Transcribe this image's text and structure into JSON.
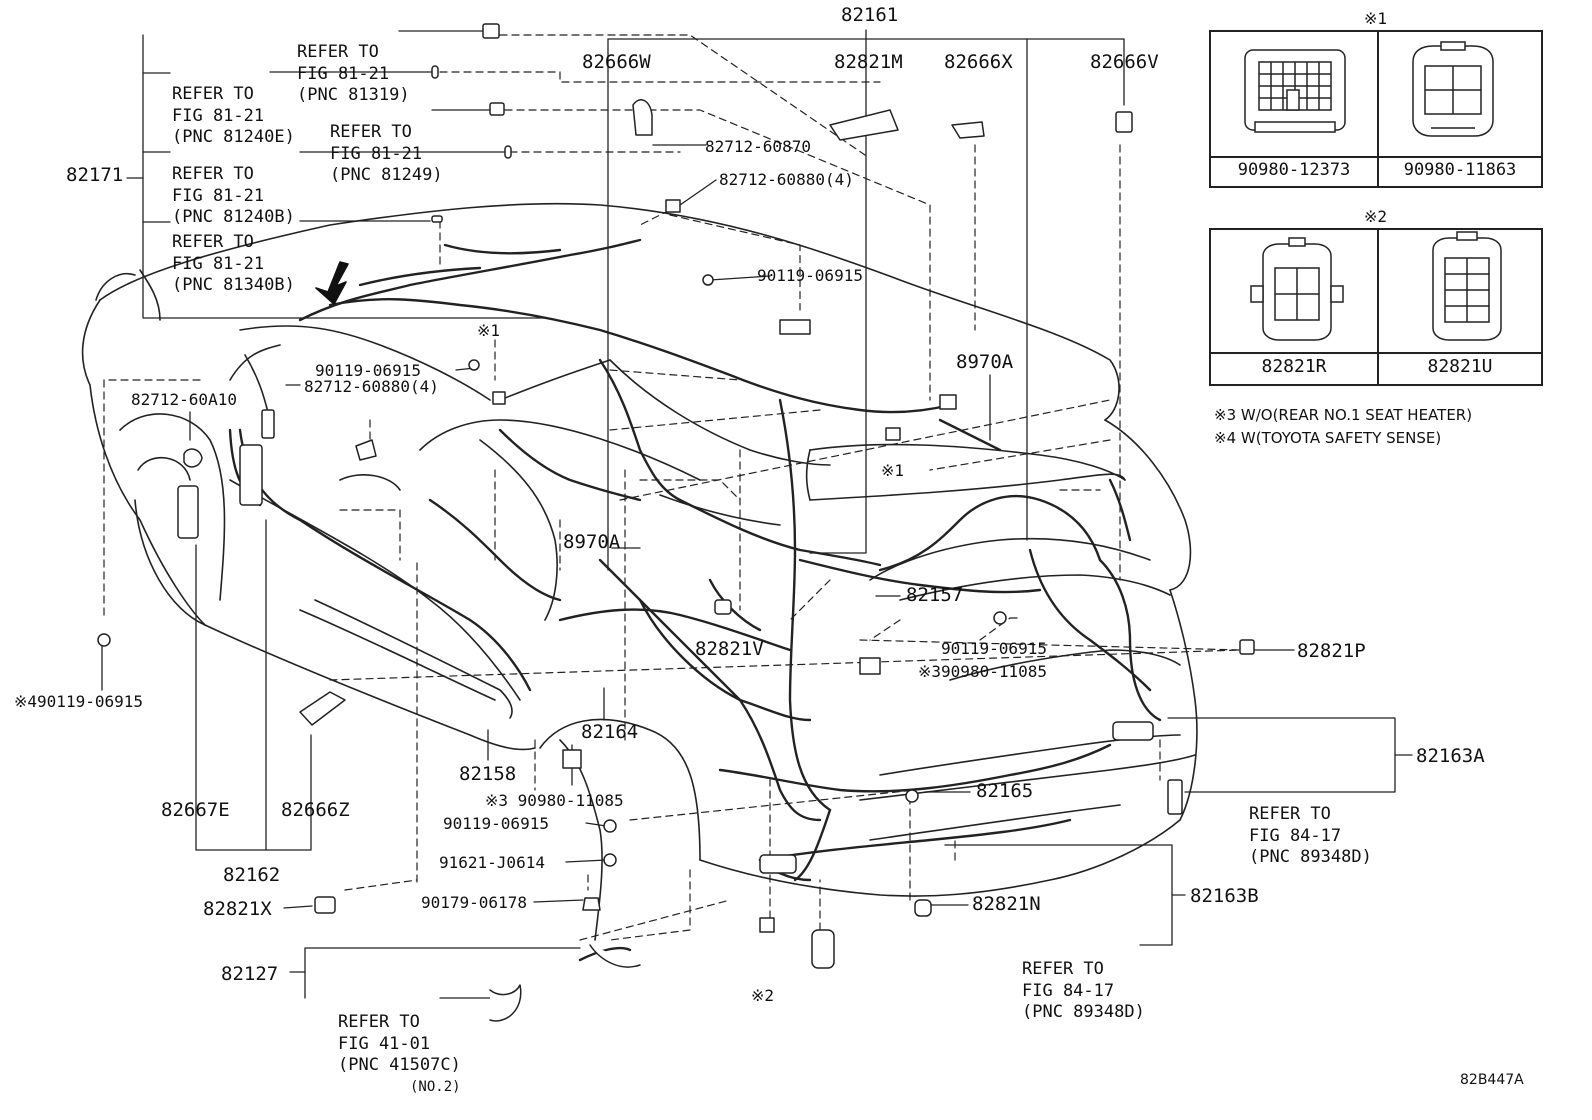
{
  "parts": {
    "p82161": "82161",
    "p82666W": "82666W",
    "p82821M": "82821M",
    "p82666X": "82666X",
    "p82666V": "82666V",
    "p82171": "82171",
    "p82712_60870": "82712-60870",
    "p82712_60880_4_top": "82712-60880(4)",
    "p90119_06915_a": "90119-06915",
    "p90119_06915_b": "90119-06915",
    "p82712_60880_4_left": "82712-60880(4)",
    "p82712_60A10": "82712-60A10",
    "p8970A_right": "8970A",
    "p8970A_mid": "8970A",
    "p82157": "82157",
    "p90119_06915_c": "90119-06915",
    "p90980_11085_c": "※390980-11085",
    "p82821V": "82821V",
    "p82164": "82164",
    "p82158": "82158",
    "p90980_11085_d": "※3 90980-11085",
    "p90119_06915_d": "90119-06915",
    "p91621_J0614": "91621-J0614",
    "p90179_06178": "90179-06178",
    "p82821P": "82821P",
    "p82163A": "82163A",
    "p82165": "82165",
    "p82163B": "82163B",
    "p82821N": "82821N",
    "p82667E": "82667E",
    "p82666Z": "82666Z",
    "p82162": "82162",
    "p82821X": "82821X",
    "p82127": "82127",
    "p4_90119": "※490119-06915",
    "ast1_a": "※1",
    "ast1_b": "※1",
    "ast2": "※2",
    "diagram_code": "82B447A"
  },
  "refs": {
    "r81319": [
      "REFER TO",
      "FIG 81-21",
      "(PNC 81319)"
    ],
    "r81240E": [
      "REFER TO",
      "FIG 81-21",
      "(PNC 81240E)"
    ],
    "r81249": [
      "REFER TO",
      "FIG 81-21",
      "(PNC 81249)"
    ],
    "r81240B": [
      "REFER TO",
      "FIG 81-21",
      "(PNC 81240B)"
    ],
    "r81340B": [
      "REFER TO",
      "FIG 81-21",
      "(PNC 81340B)"
    ],
    "r89348D_a": [
      "REFER TO",
      "FIG 84-17",
      "(PNC 89348D)"
    ],
    "r89348D_b": [
      "REFER TO",
      "FIG 84-17",
      "(PNC 89348D)"
    ],
    "r41507C": [
      "REFER TO",
      "FIG 41-01",
      "(PNC 41507C)",
      "(NO.2)"
    ]
  },
  "insets": {
    "box1": {
      "mark": "※1",
      "left": "90980-12373",
      "right": "90980-11863"
    },
    "box2": {
      "mark": "※2",
      "left": "82821R",
      "right": "82821U"
    }
  },
  "notes": {
    "n3": "※3 W/O(REAR NO.1 SEAT HEATER)",
    "n4": "※4 W(TOYOTA SAFETY SENSE)"
  }
}
